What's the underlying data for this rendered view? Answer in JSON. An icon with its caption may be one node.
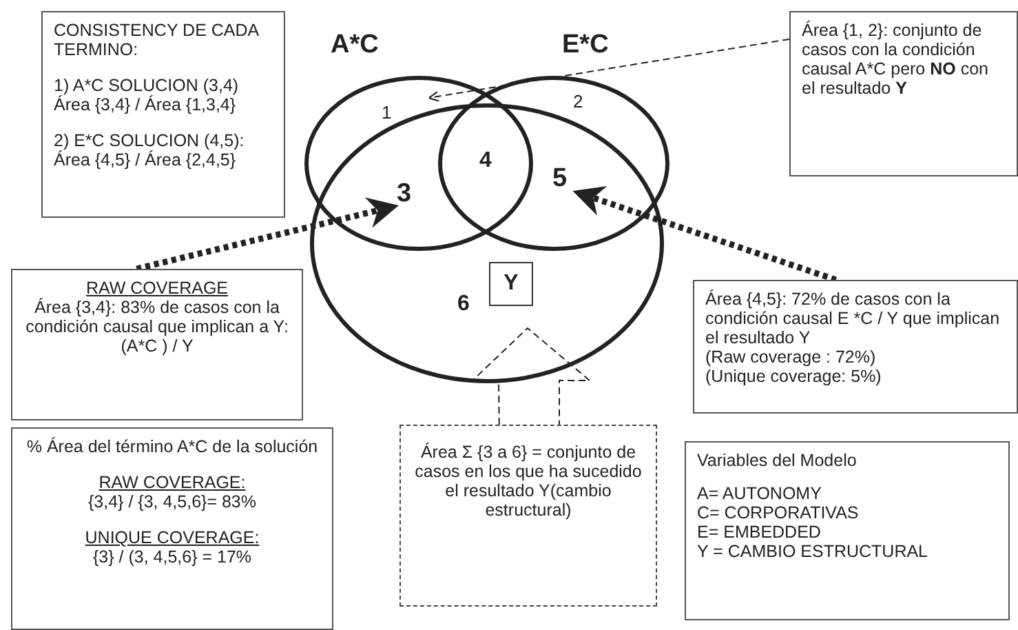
{
  "diagram": {
    "nodes": [
      {
        "text": [
          "CONSISTENCY DE CADA TERMINO:",
          "1) A*C SOLUCION (3,4) Área {3,4} / Área {1,3,4}",
          "2) E*C SOLUCION (4,5): Área {4,5} / Área {2,4,5}"
        ]
      },
      {
        "text": [
          "A*C"
        ]
      },
      {
        "text": [
          "E*C"
        ]
      },
      {
        "text": [
          "Área {1, 2}: conjunto de casos con la condición causal A*C  pero  **NO** con el resultado **Y**"
        ]
      },
      {
        "text": [],
        "shape": "ellipse"
      },
      {
        "text": [
          "Y"
        ],
        "in": 4
      },
      {
        "text": [
          "RAW COVERAGE",
          "Área {3,4}: 83% de casos con la condición causal que implican a Y: (A*C ) / Y"
        ]
      },
      {
        "text": [
          "Área {4,5}: 72% de casos con la condición causal  E *C / Y que implican el resultado Y",
          "(Raw coverage : 72%)",
          "(Unique coverage: 5%)"
        ]
      },
      {
        "text": [
          "% Área del término A*C de la solución",
          "RAW COVERAGE:",
          "{3,4} / {3, 4,5,6}= 83%",
          "UNIQUE COVERAGE:",
          "{3} / (3, 4,5,6} = 17%"
        ]
      },
      {
        "text": [
          "Área Σ {3 a 6} = conjunto de casos en los que ha sucedido el resultado Y(cambio estructural)"
        ]
      },
      {
        "text": [
          "Variables del Modelo",
          "A= AUTONOMY",
          "C= CORPORATIVAS",
          "E= EMBEDDED",
          "Y = CAMBIO ESTRUCTURAL"
        ]
      }
    ],
    "edges": [
      {
        "from": 3,
        "to": 1,
        "arrow": "to",
        "style": "dashed"
      },
      {
        "from": 6,
        "to": 1,
        "arrow": "to",
        "style": "dashed"
      },
      {
        "from": 7,
        "to": 2,
        "arrow": "to",
        "style": "dashed"
      },
      {
        "from": 9,
        "to": null,
        "arrow": "none",
        "style": "dashed"
      }
    ],
    "labels": [
      "1",
      "2",
      "4",
      "3",
      "5",
      "6"
    ]
  }
}
